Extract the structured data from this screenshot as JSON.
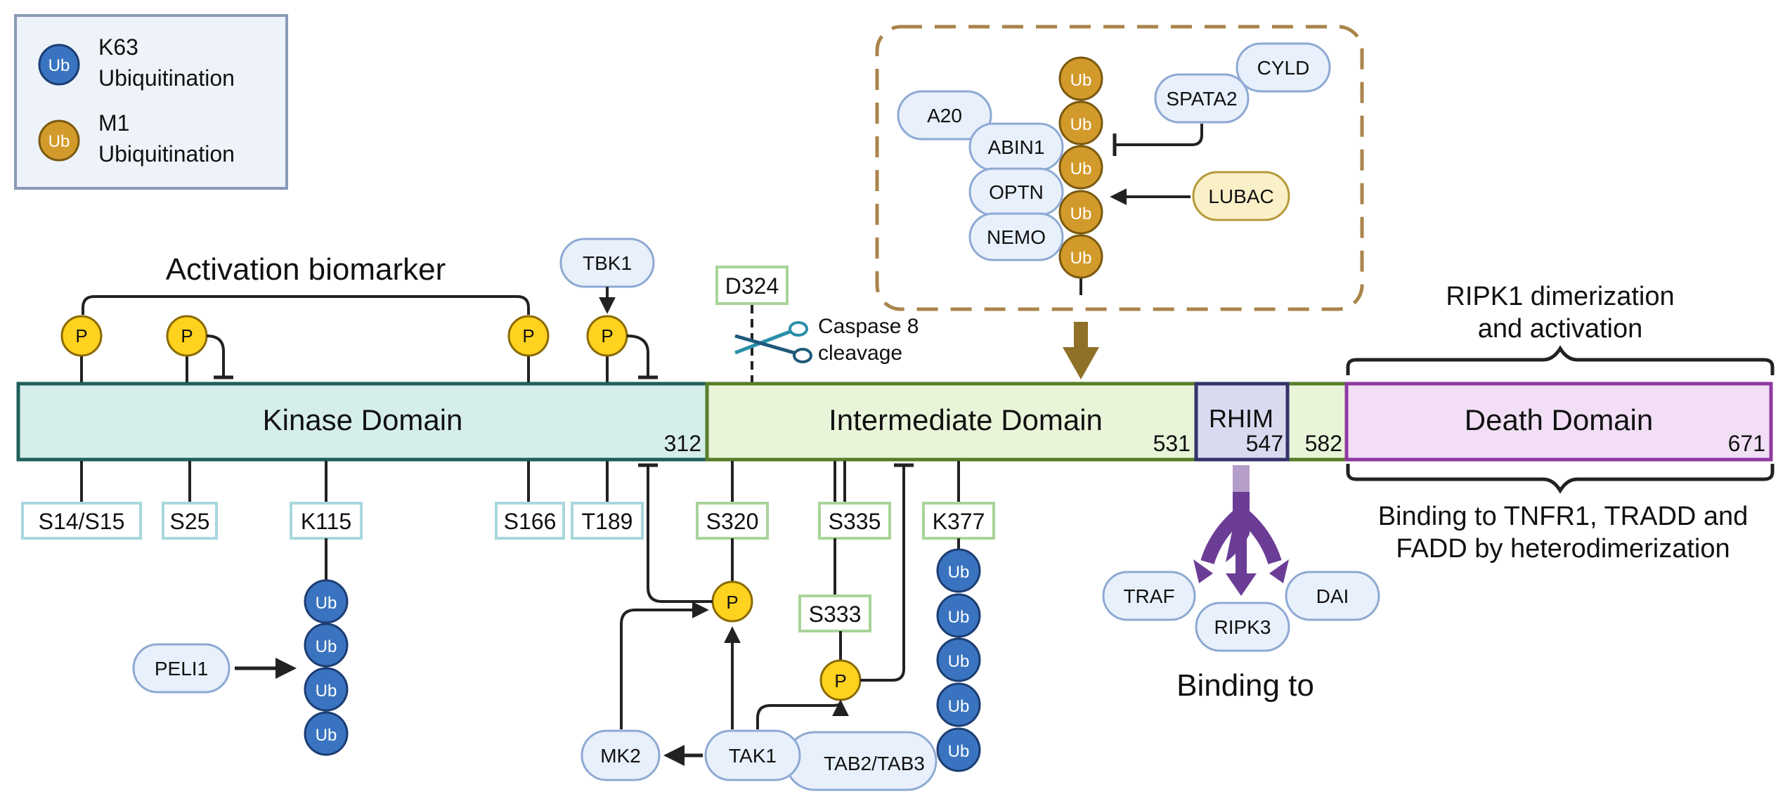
{
  "legend": {
    "ub_glyph": "Ub",
    "k63": {
      "line1": "K63",
      "line2": "Ubiquitination",
      "color": "#3a74c0"
    },
    "m1": {
      "line1": "M1",
      "line2": "Ubiquitination",
      "color": "#d29a2a"
    }
  },
  "p_glyph": "P",
  "ub_glyph": "Ub",
  "domains": {
    "kinase": {
      "label": "Kinase Domain",
      "end": "312",
      "fill": "#d5eeec",
      "stroke": "#1f5f5a"
    },
    "intermediate": {
      "label": "Intermediate Domain",
      "end": "531",
      "fill": "#e9f5d9",
      "stroke": "#587d2a"
    },
    "rhim": {
      "label": "RHIM",
      "end": "547",
      "fill": "#d9d9f0",
      "stroke": "#33336b"
    },
    "gap_end": "582",
    "death": {
      "label": "Death Domain",
      "end": "671",
      "fill": "#f2dff6",
      "stroke": "#8e3aa0"
    }
  },
  "sites_kinase": [
    "S14/S15",
    "S25",
    "K115",
    "S166",
    "T189"
  ],
  "sites_intermediate": [
    "S320",
    "S335",
    "K377",
    "S333"
  ],
  "cleavage_site": "D324",
  "cleavage_text": {
    "line1": "Caspase 8",
    "line2": "cleavage"
  },
  "activation_biomarker": "Activation biomarker",
  "proteins": {
    "tbk1": "TBK1",
    "peli1": "PELI1",
    "mk2": "MK2",
    "tak1": "TAK1",
    "tab": "TAB2/TAB3",
    "a20": "A20",
    "abin1": "ABIN1",
    "optn": "OPTN",
    "nemo": "NEMO",
    "spata2": "SPATA2",
    "cyld": "CYLD",
    "lubac": "LUBAC",
    "traf": "TRAF",
    "ripk3": "RIPK3",
    "dai": "DAI"
  },
  "dimerization": {
    "line1": "RIPK1 dimerization",
    "line2": "and activation"
  },
  "binding_death": {
    "line1": "Binding to TNFR1, TRADD and",
    "line2": "FADD by heterodimerization"
  },
  "binding_rhim": "Binding to",
  "colors": {
    "phospho": "#ffd21f",
    "phospho_stroke": "#8a6a00",
    "k63": "#3a74c0",
    "m1": "#d29a2a",
    "protein_fill": "#e8f0fb",
    "protein_stroke": "#8ea9d4",
    "lubac_fill": "#faf0c8",
    "lubac_stroke": "#b49a3a",
    "rhim_arrow": "#6c3d96",
    "m1_arrow": "#8f7128",
    "dashed_box": "#a9844a"
  }
}
